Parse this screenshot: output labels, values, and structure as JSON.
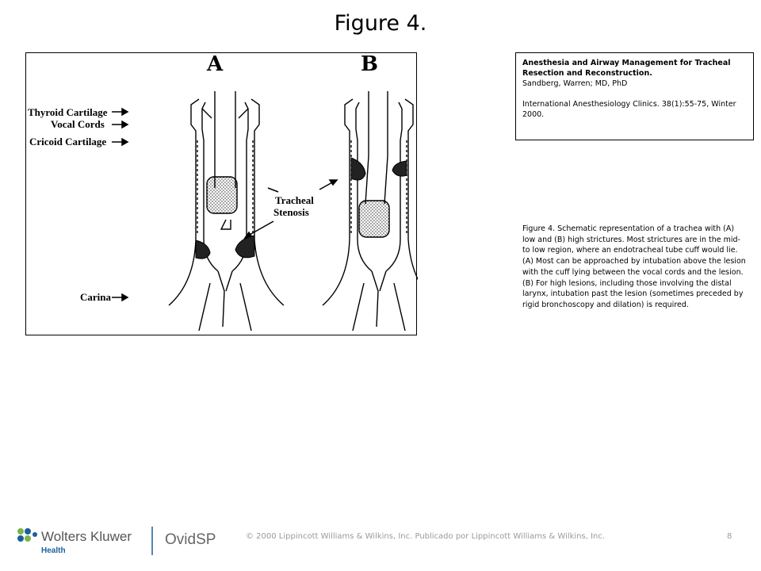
{
  "slide": {
    "title": "Figure 4."
  },
  "figure": {
    "panel_a": "A",
    "panel_b": "B",
    "labels": {
      "thyroid": "Thyroid Cartilage",
      "vocal": "Vocal Cords",
      "cricoid": "Cricoid Cartilage",
      "tracheal": "Tracheal",
      "stenosis": "Stenosis",
      "carina": "Carina"
    }
  },
  "citation": {
    "title": "Anesthesia and Airway Management for Tracheal Resection and Reconstruction.",
    "authors": "Sandberg, Warren; MD, PhD",
    "journal": "International Anesthesiology Clinics. 38(1):55-75, Winter 2000."
  },
  "caption": "Figure 4.  Schematic representation of a trachea with (A) low and (B) high strictures. Most strictures are in the mid-to low region, where an endotracheal tube cuff would lie. (A) Most can be approached by intubation above the lesion with the cuff lying between the vocal cords and the lesion. (B) For high lesions, including those involving the distal larynx, intubation past the lesion (sometimes preceded by rigid bronchoscopy and dilation) is required.",
  "footer": {
    "brand": "Wolters Kluwer",
    "sub_brand": "Health",
    "product": "OvidSP",
    "copyright": "© 2000 Lippincott Williams & Wilkins, Inc. Publicado por Lippincott Williams & Wilkins, Inc.",
    "page": "8"
  },
  "colors": {
    "kluwer_blue": "#1b5e9e",
    "kluwer_green": "#7ab648",
    "footer_text": "#9a9a9a"
  }
}
